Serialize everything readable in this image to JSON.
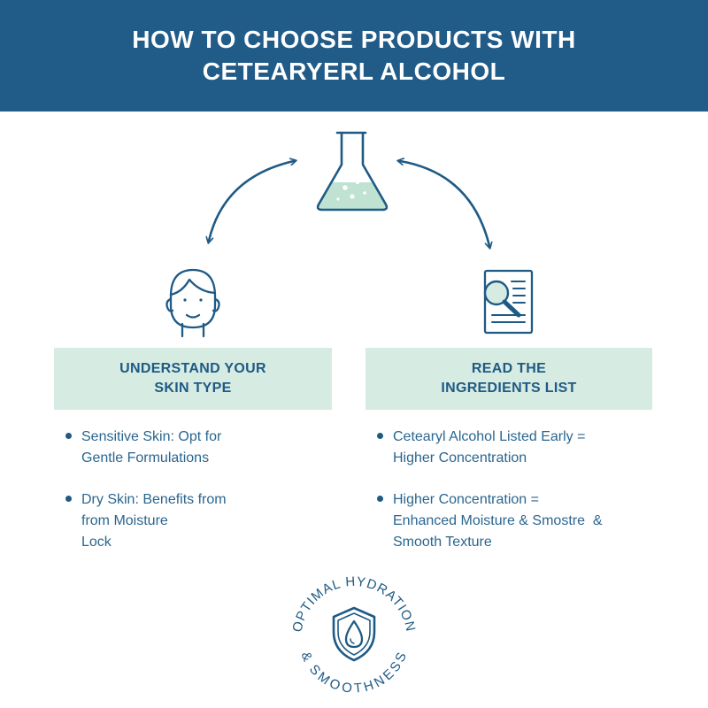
{
  "header": {
    "title_lines": [
      "HOW TO CHOOSE PRODUCTS WITH",
      "CETEARYERL ALCOHOL"
    ]
  },
  "icons": {
    "center": "flask-icon",
    "left": "face-icon",
    "right": "document-magnifier-icon",
    "badge": "shield-droplet-icon"
  },
  "colors": {
    "header_bg": "#215b88",
    "panel_bg": "#d6ebe1",
    "text": "#1f5a85",
    "liquid": "#bfe2d3"
  },
  "left_panel": {
    "heading_lines": [
      "UNDERSTAND YOUR",
      "SKIN TYPE"
    ],
    "bullets": [
      {
        "lines": [
          "Sensitive Skin: Opt for",
          "Gentle Formulations"
        ]
      },
      {
        "lines": [
          "Dry Skin: Benefits from",
          "from Moisture",
          "Lock"
        ]
      }
    ]
  },
  "right_panel": {
    "heading_lines": [
      "READ THE",
      "INGREDIENTS LIST"
    ],
    "bullets": [
      {
        "lines": [
          "Cetearyl Alcohol Listed Early =",
          "Higher Concentration"
        ]
      },
      {
        "lines": [
          "Higher Concentration =",
          "Enhanced Moisture & Smostre  &",
          "Smooth Texture"
        ]
      }
    ]
  },
  "badge": {
    "text_top": "OPTIMAL HYDRATION",
    "text_bottom": "& SMOOTHNESS"
  }
}
